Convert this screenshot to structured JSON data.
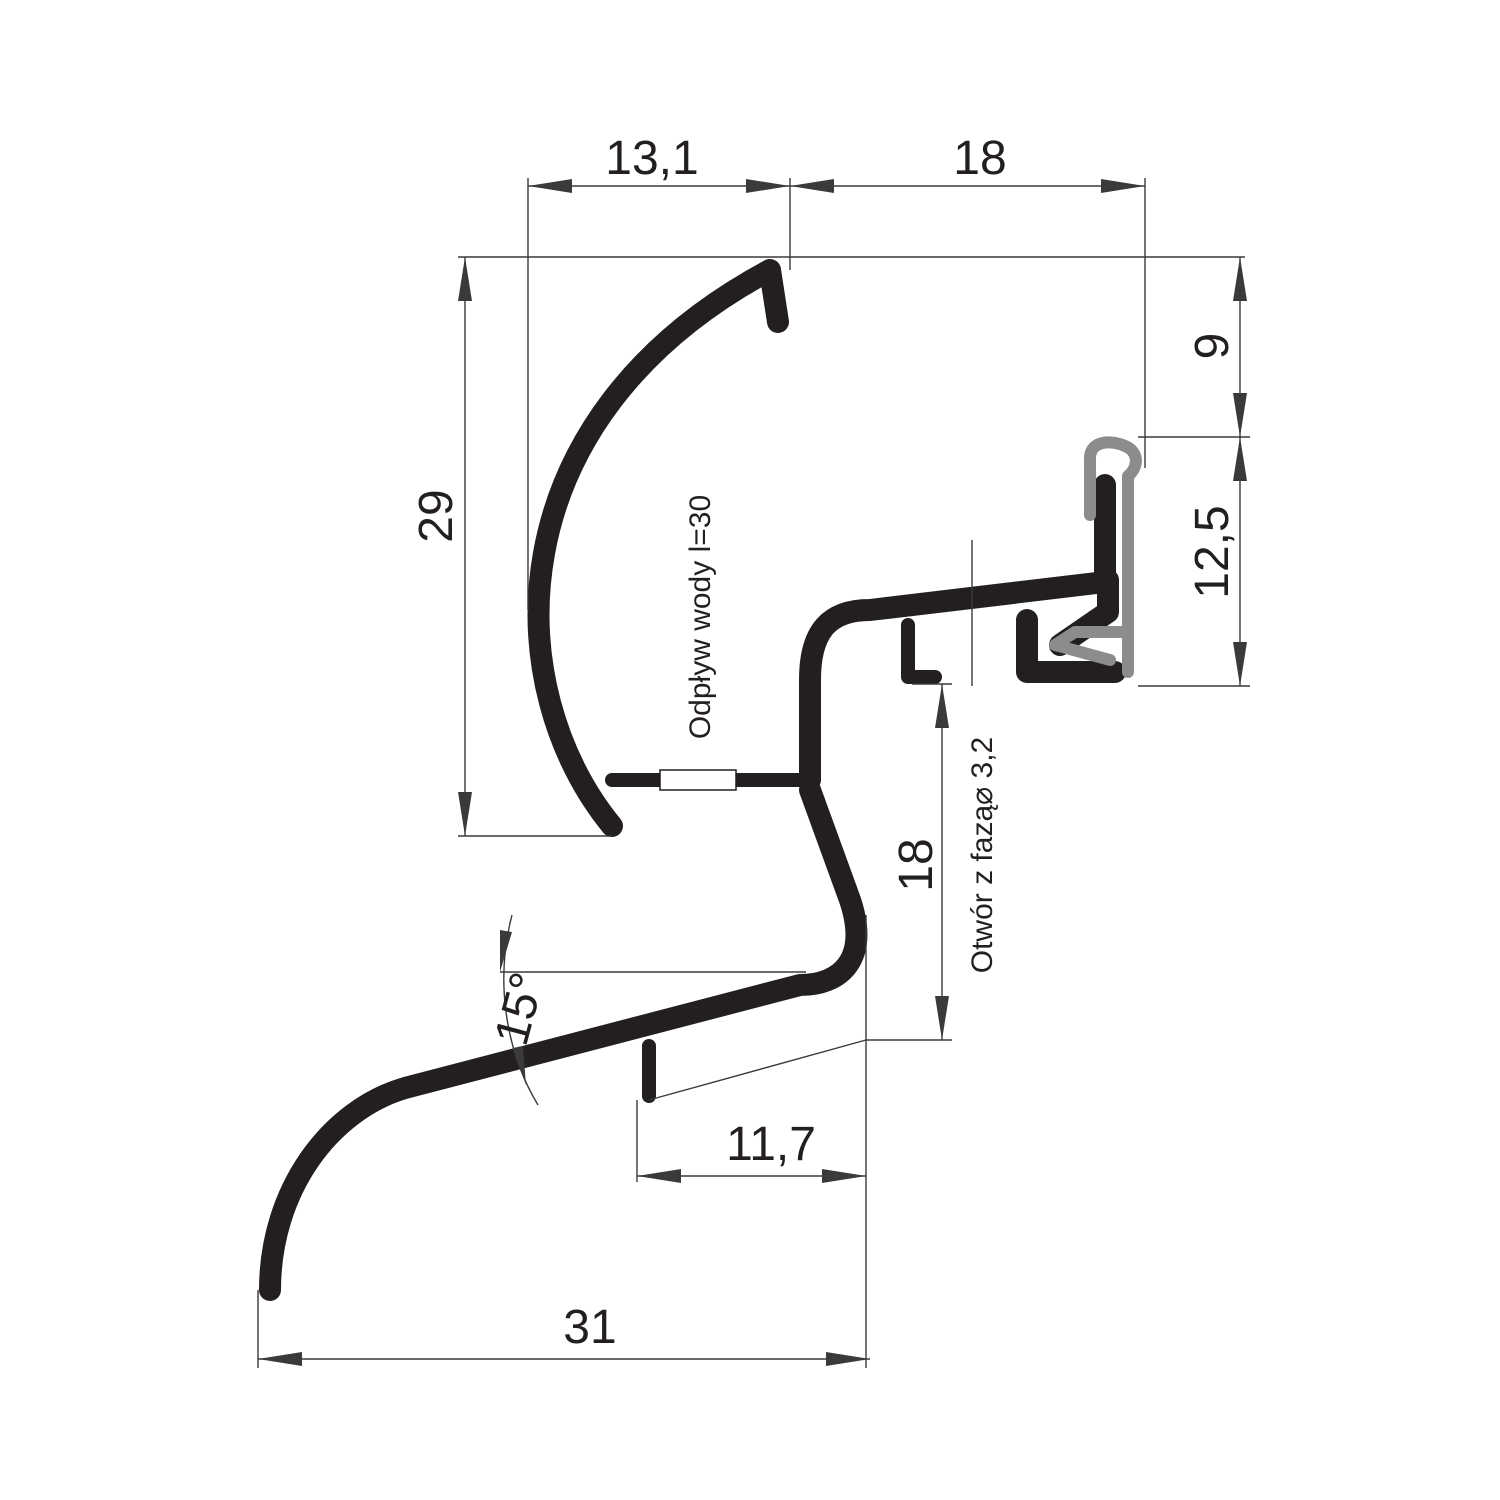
{
  "dimensions": {
    "width_top_left": "13,1",
    "width_top_right": "18",
    "height_left": "29",
    "height_right_upper": "9",
    "height_right_lower": "12,5",
    "height_center": "18",
    "width_stub": "11,7",
    "width_total": "31",
    "angle": "15°"
  },
  "notes": {
    "drain": "Odpływ wody l=30",
    "hole": "Otwór z fazą⌀ 3,2"
  },
  "colors": {
    "profile": "#231f20",
    "gasket": "#8c8c8c",
    "dimension_line": "#3a3a3a"
  }
}
